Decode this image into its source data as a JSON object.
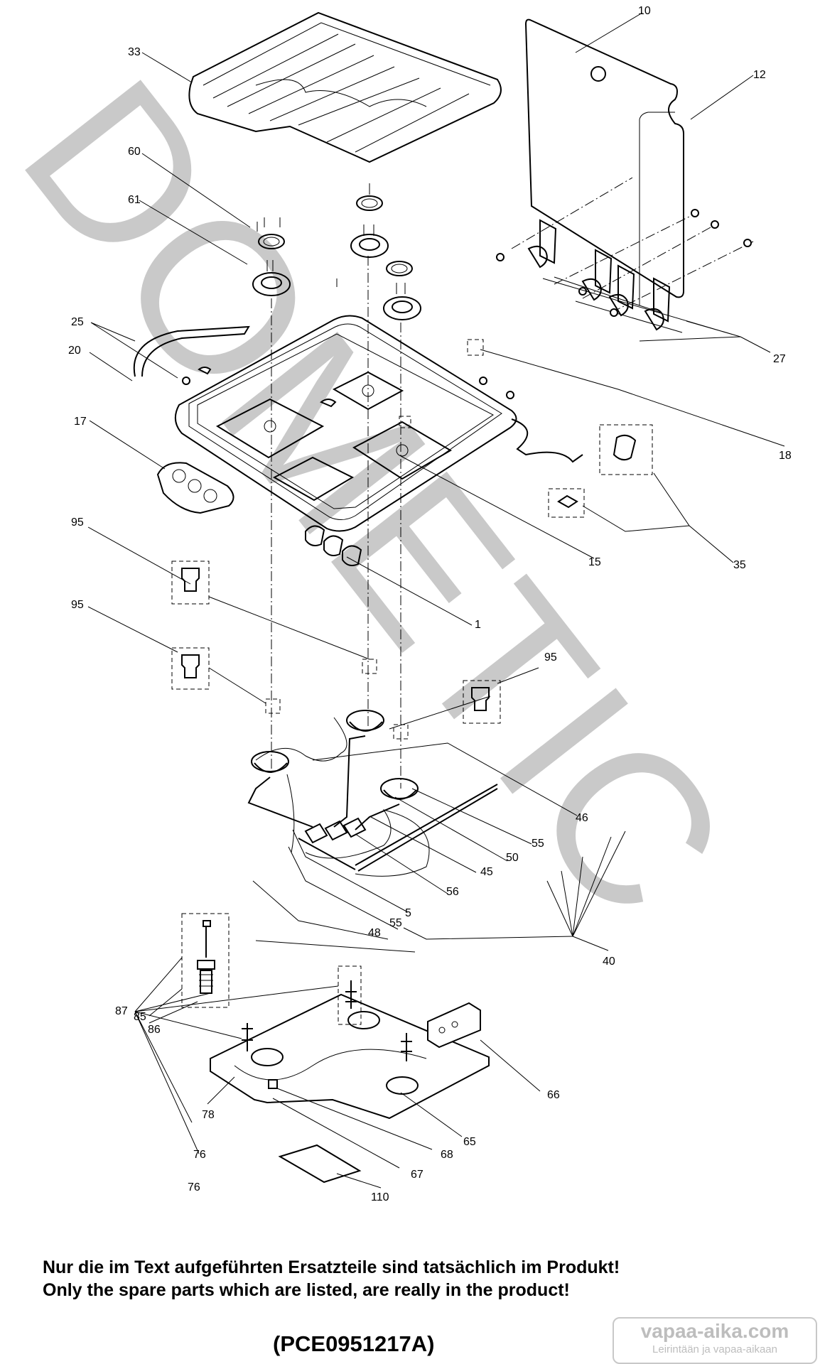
{
  "watermark": {
    "text": "DOMETIC",
    "color": "#c9c9c9"
  },
  "callouts": {
    "c10": "10",
    "c12": "12",
    "c33": "33",
    "c60": "60",
    "c61": "61",
    "c25": "25",
    "c20": "20",
    "c17": "17",
    "c27": "27",
    "c18": "18",
    "c15": "15",
    "c35": "35",
    "c1": "1",
    "c95a": "95",
    "c95b": "95",
    "c95c": "95",
    "c46": "46",
    "c55a": "55",
    "c50": "50",
    "c45": "45",
    "c56": "56",
    "c5": "5",
    "c55b": "55",
    "c48": "48",
    "c40": "40",
    "c87": "87",
    "c85": "85",
    "c86": "86",
    "c66": "66",
    "c78": "78",
    "c65": "65",
    "c76a": "76",
    "c68": "68",
    "c67": "67",
    "c76b": "76",
    "c110": "110"
  },
  "notes": {
    "de": "Nur die im Text aufgeführten Ersatzteile sind tatsächlich im Produkt!",
    "en": "Only the spare parts which are listed, are really in the product!"
  },
  "drawing_code": "(PCE0951217A)",
  "logo": {
    "main": "vapaa-aika.com",
    "sub": "Leirintään ja vapaa-aikaan"
  }
}
